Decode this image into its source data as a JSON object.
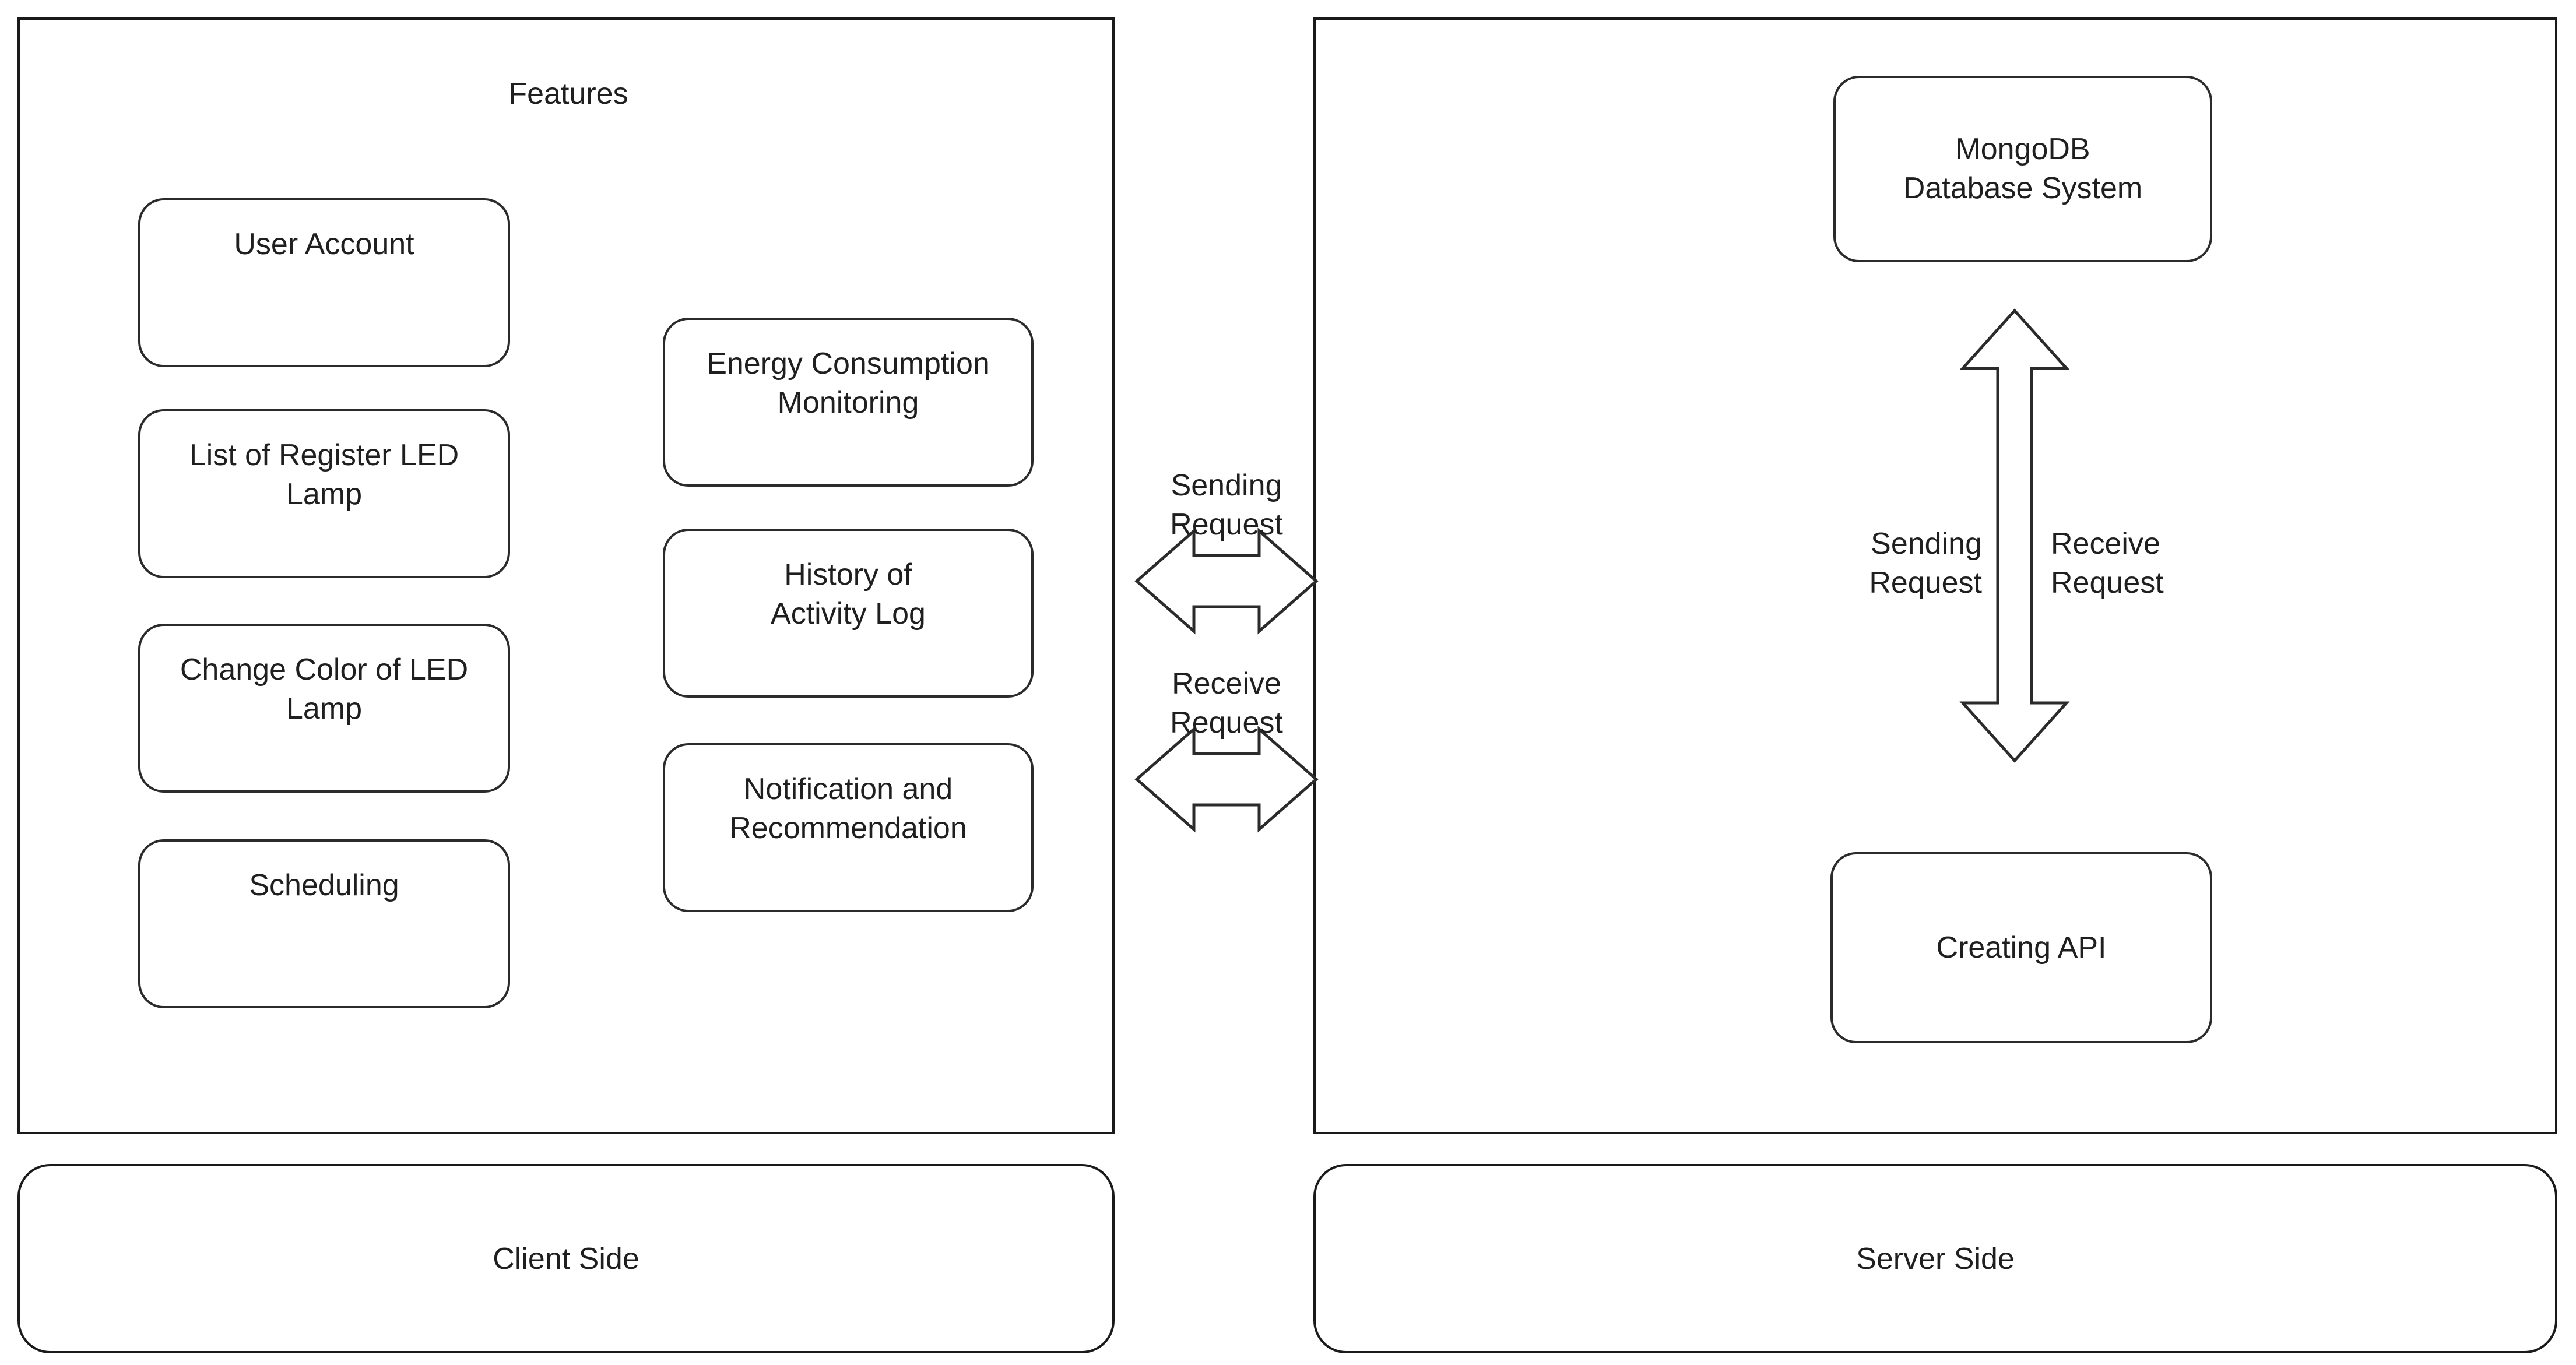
{
  "diagram": {
    "title_visible": false,
    "line_color": "#2b2b2b",
    "background": "#ffffff",
    "text_color": "#1f1f1f"
  },
  "client_panel": {
    "heading": "Features",
    "footer_label": "Client Side",
    "feature_column_1": [
      {
        "label": "User Account"
      },
      {
        "label": "List of Register LED\nLamp"
      },
      {
        "label": "Change Color of LED\nLamp"
      },
      {
        "label": "Scheduling"
      }
    ],
    "feature_column_2": [
      {
        "label": "Energy Consumption\nMonitoring"
      },
      {
        "label": "History of\nActivity Log"
      },
      {
        "label": "Notification and\nRecommendation"
      }
    ]
  },
  "server_panel": {
    "footer_label": "Server Side",
    "nodes": [
      {
        "label": "MongoDB\nDatabase System"
      },
      {
        "label": "Creating API"
      }
    ],
    "vertical_arrow_labels": {
      "left": "Sending\nRequest",
      "right": "Receive\nRequest"
    }
  },
  "connectors": {
    "horizontal": [
      {
        "label": "Sending\nRequest",
        "direction": "bidirectional"
      },
      {
        "label": "Receive\nRequest",
        "direction": "bidirectional"
      }
    ],
    "vertical": {
      "direction": "bidirectional"
    }
  }
}
